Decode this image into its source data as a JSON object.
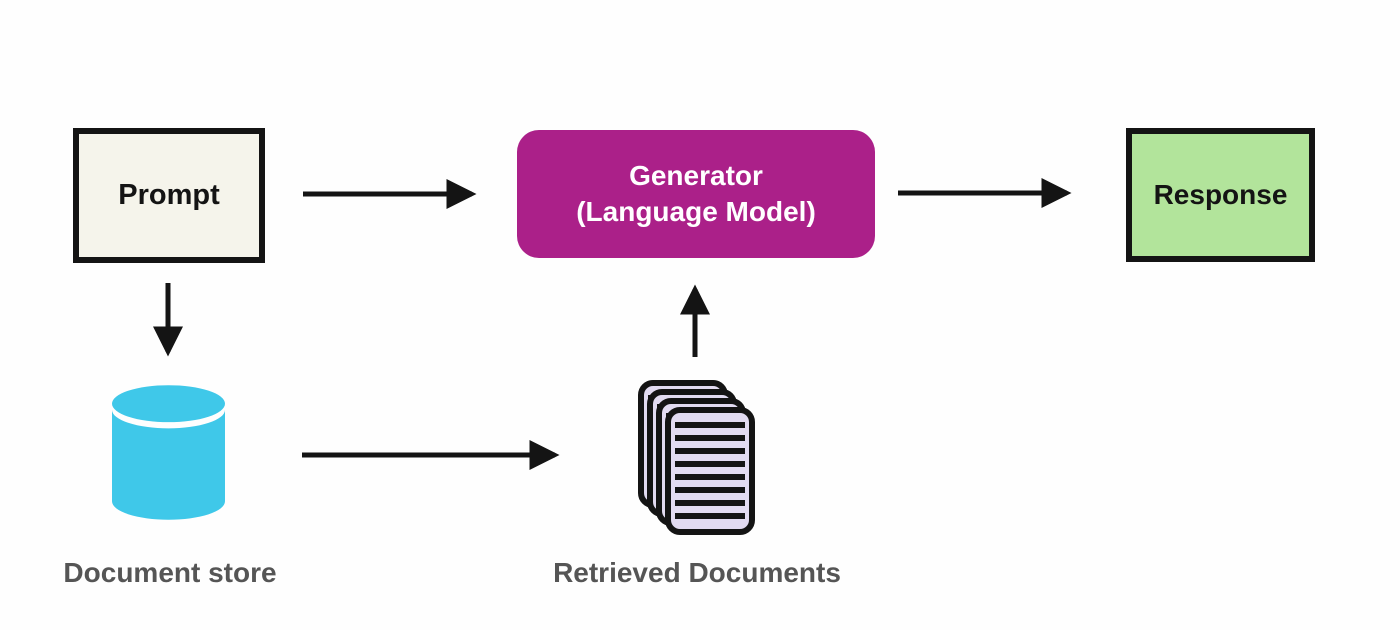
{
  "colors": {
    "background": "#fefefe",
    "ink": "#141414",
    "prompt_bg": "#f5f4eb",
    "generator_bg": "#ab2089",
    "generator_text": "#ffffff",
    "response_bg": "#b2e49b",
    "cylinder": "#3fc8e9",
    "document_bg": "#e2dbf1",
    "label_text": "#555555"
  },
  "nodes": {
    "prompt": {
      "label": "Prompt"
    },
    "generator": {
      "line1": "Generator",
      "line2": "(Language Model)"
    },
    "response": {
      "label": "Response"
    },
    "document_store": {
      "label": "Document store",
      "icon": "database-cylinder-icon"
    },
    "retrieved_documents": {
      "label": "Retrieved Documents",
      "icon": "documents-stack-icon"
    }
  },
  "arrows": [
    {
      "name": "prompt-to-generator",
      "direction": "right"
    },
    {
      "name": "generator-to-response",
      "direction": "right"
    },
    {
      "name": "prompt-to-document-store",
      "direction": "down"
    },
    {
      "name": "document-store-to-retrieved-documents",
      "direction": "right"
    },
    {
      "name": "retrieved-documents-to-generator",
      "direction": "up"
    }
  ]
}
